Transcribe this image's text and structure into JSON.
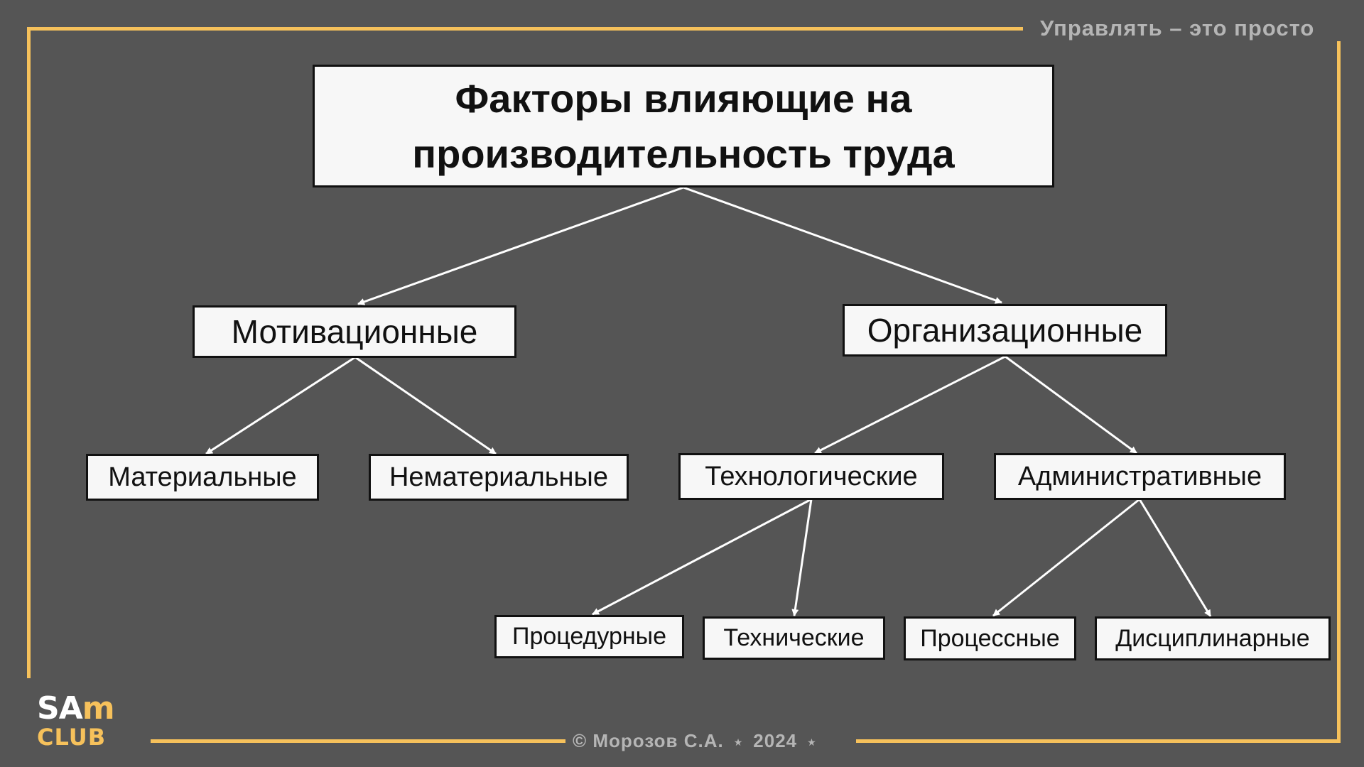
{
  "slide": {
    "tagline": "Управлять – это просто",
    "footer_author": "© Морозов С.А.",
    "footer_year": "2024",
    "logo_line1_a": "SA",
    "logo_line1_b": "m",
    "logo_line2": "CLUB"
  },
  "colors": {
    "background": "#555555",
    "accent": "#f6c15b",
    "box_fill": "#f7f7f7",
    "box_border": "#111111",
    "connector": "#ffffff"
  },
  "tree": {
    "root": "Факторы влияющие на производительность труда",
    "motivational": "Мотивационные",
    "organizational": "Организационные",
    "material": "Материальные",
    "nonmaterial": "Нематериальные",
    "technological": "Технологические",
    "administrative": "Административные",
    "procedural": "Процедурные",
    "technical": "Технические",
    "process": "Процессные",
    "disciplinary": "Дисциплинарные"
  }
}
